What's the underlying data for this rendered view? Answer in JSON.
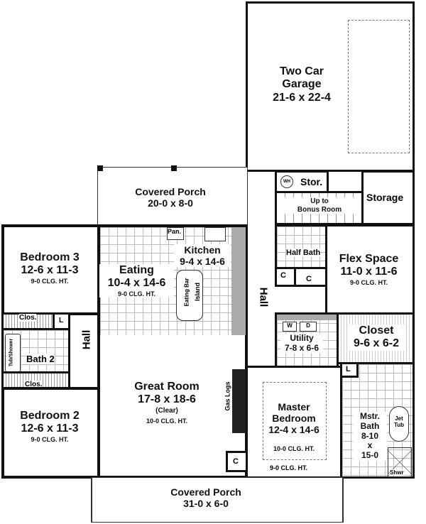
{
  "rooms": {
    "garage": {
      "name": "Two Car Garage",
      "line1": "Two Car",
      "line2": "Garage",
      "dims": "21-6 x 22-4"
    },
    "porch_rear": {
      "name": "Covered Porch",
      "dims": "20-0 x 8-0"
    },
    "storage_small": {
      "name": "Stor."
    },
    "water_heater": {
      "name": "WH"
    },
    "stairs": {
      "line1": "Up to",
      "line2": "Bonus Room"
    },
    "storage": {
      "name": "Storage"
    },
    "bedroom3": {
      "name": "Bedroom 3",
      "dims": "12-6 x 11-3",
      "ceiling": "9-0 CLG. HT."
    },
    "eating": {
      "name": "Eating",
      "dims": "10-4 x 14-6",
      "ceiling": "9-0 CLG. HT."
    },
    "kitchen": {
      "name": "Kitchen",
      "dims": "9-4 x 14-6",
      "pantry": "Pan.",
      "eating_bar": "Eating Bar",
      "island": "Island"
    },
    "half_bath": {
      "name": "Half Bath"
    },
    "closet_c1": {
      "name": "C"
    },
    "closet_c2": {
      "name": "C"
    },
    "flex": {
      "name": "Flex Space",
      "dims": "11-0 x 11-6",
      "ceiling": "9-0 CLG. HT."
    },
    "hall_right": {
      "name": "Hall"
    },
    "hall_left": {
      "name": "Hall"
    },
    "clos_b3": {
      "name": "Clos."
    },
    "linen": {
      "name": "L"
    },
    "bath2": {
      "name": "Bath 2",
      "tub": "Tub/Shower"
    },
    "clos_b2": {
      "name": "Clos."
    },
    "utility": {
      "name": "Utility",
      "dims": "7-8 x 6-6",
      "washer": "W",
      "dryer": "D"
    },
    "closet": {
      "name": "Closet",
      "dims": "9-6 x 6-2"
    },
    "great_room": {
      "name": "Great Room",
      "dims": "17-8 x 18-6",
      "note": "(Clear)",
      "ceiling": "10-0 CLG. HT.",
      "gas_logs": "Gas Logs",
      "closet": "C"
    },
    "bedroom2": {
      "name": "Bedroom 2",
      "dims": "12-6 x 11-3",
      "ceiling": "9-0 CLG. HT."
    },
    "master": {
      "name": "Master Bedroom",
      "line1": "Master",
      "line2": "Bedroom",
      "dims": "12-4 x 14-6",
      "ceiling1": "10-0 CLG. HT.",
      "ceiling2": "9-0 CLG. HT."
    },
    "master_bath": {
      "line1": "Mstr.",
      "line2": "Bath",
      "dims1": "8-10",
      "dims2": "x",
      "dims3": "15-0",
      "linen": "L",
      "jet1": "Jet",
      "jet2": "Tub",
      "shower": "Shwr"
    },
    "porch_front": {
      "name": "Covered Porch",
      "dims": "31-0 x 6-0"
    }
  }
}
